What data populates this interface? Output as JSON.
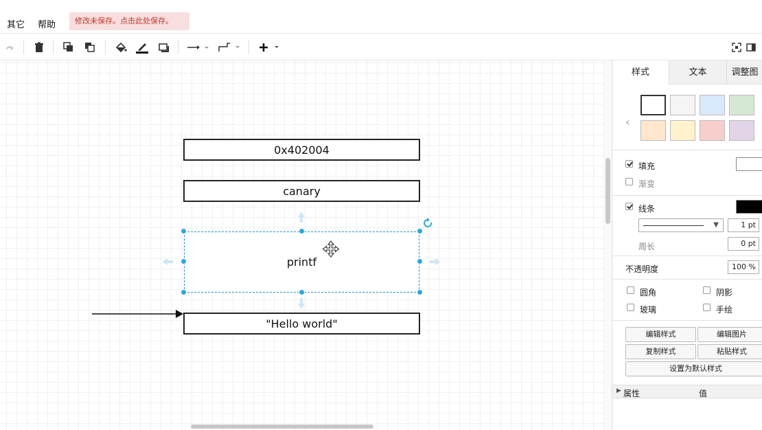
{
  "menu": {
    "other": "其它",
    "help": "帮助"
  },
  "save_notice": "修改未保存。点击此处保存。",
  "toolbar": {
    "redo": "redo-icon",
    "delete": "trash-icon",
    "to_front": "to-front-icon",
    "to_back": "to-back-icon",
    "fill": "fill-icon",
    "line": "line-color-icon",
    "shadow": "shadow-icon",
    "connection": "arrow-icon",
    "waypoints": "waypoint-icon",
    "insert": "plus-icon",
    "fullscreen": "fullscreen-icon",
    "format_panel": "panel-toggle-icon"
  },
  "diagram": {
    "box1": "0x402004",
    "box2": "canary",
    "box3": "printf",
    "box4": "\"Hello world\""
  },
  "panel": {
    "tabs": [
      "样式",
      "文本",
      "调整图"
    ],
    "swatches": [
      "#ffffff",
      "#f5f5f5",
      "#dae8fc",
      "#d5e8d4",
      "#ffe6cc",
      "#fff2cc",
      "#f8cecc",
      "#e1d5e7"
    ],
    "fill_label": "填充",
    "gradient_label": "渐变",
    "line_label": "线条",
    "line_width": "1 pt",
    "perimeter_label": "周长",
    "perimeter_value": "0 pt",
    "opacity_label": "不透明度",
    "opacity_value": "100 %",
    "rounded_label": "圆角",
    "shadow_label": "阴影",
    "glass_label": "玻璃",
    "sketch_label": "手绘",
    "edit_style": "编辑样式",
    "edit_image": "编辑图片",
    "copy_style": "复制样式",
    "paste_style": "粘贴样式",
    "set_default": "设置为默认样式",
    "props_label": "属性",
    "value_label": "值"
  }
}
